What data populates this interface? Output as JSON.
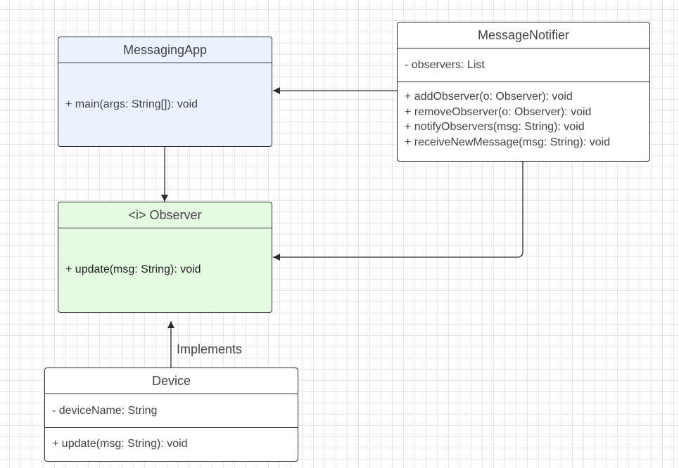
{
  "classes": {
    "messaging_app": {
      "name": "MessagingApp",
      "methods": [
        "+ main(args: String[]): void"
      ],
      "fill": "#eaf2fe"
    },
    "message_notifier": {
      "name": "MessageNotifier",
      "attributes": [
        "- observers:  List"
      ],
      "methods": [
        "+ addObserver(o: Observer): void",
        "+ removeObserver(o: Observer): void",
        "+ notifyObservers(msg: String): void",
        "+ receiveNewMessage(msg: String): void"
      ],
      "fill": "#ffffff"
    },
    "observer": {
      "name": "<i> Observer",
      "methods": [
        "+ update(msg: String): void"
      ],
      "fill": "#e6f9e3"
    },
    "device": {
      "name": "Device",
      "attributes": [
        "- deviceName: String"
      ],
      "methods": [
        "+ update(msg: String): void"
      ],
      "fill": "#ffffff"
    }
  },
  "edges": {
    "implements_label": "Implements"
  },
  "colors": {
    "line": "#2b2b2b",
    "text": "#444444",
    "grid": "#e6e6e6"
  }
}
